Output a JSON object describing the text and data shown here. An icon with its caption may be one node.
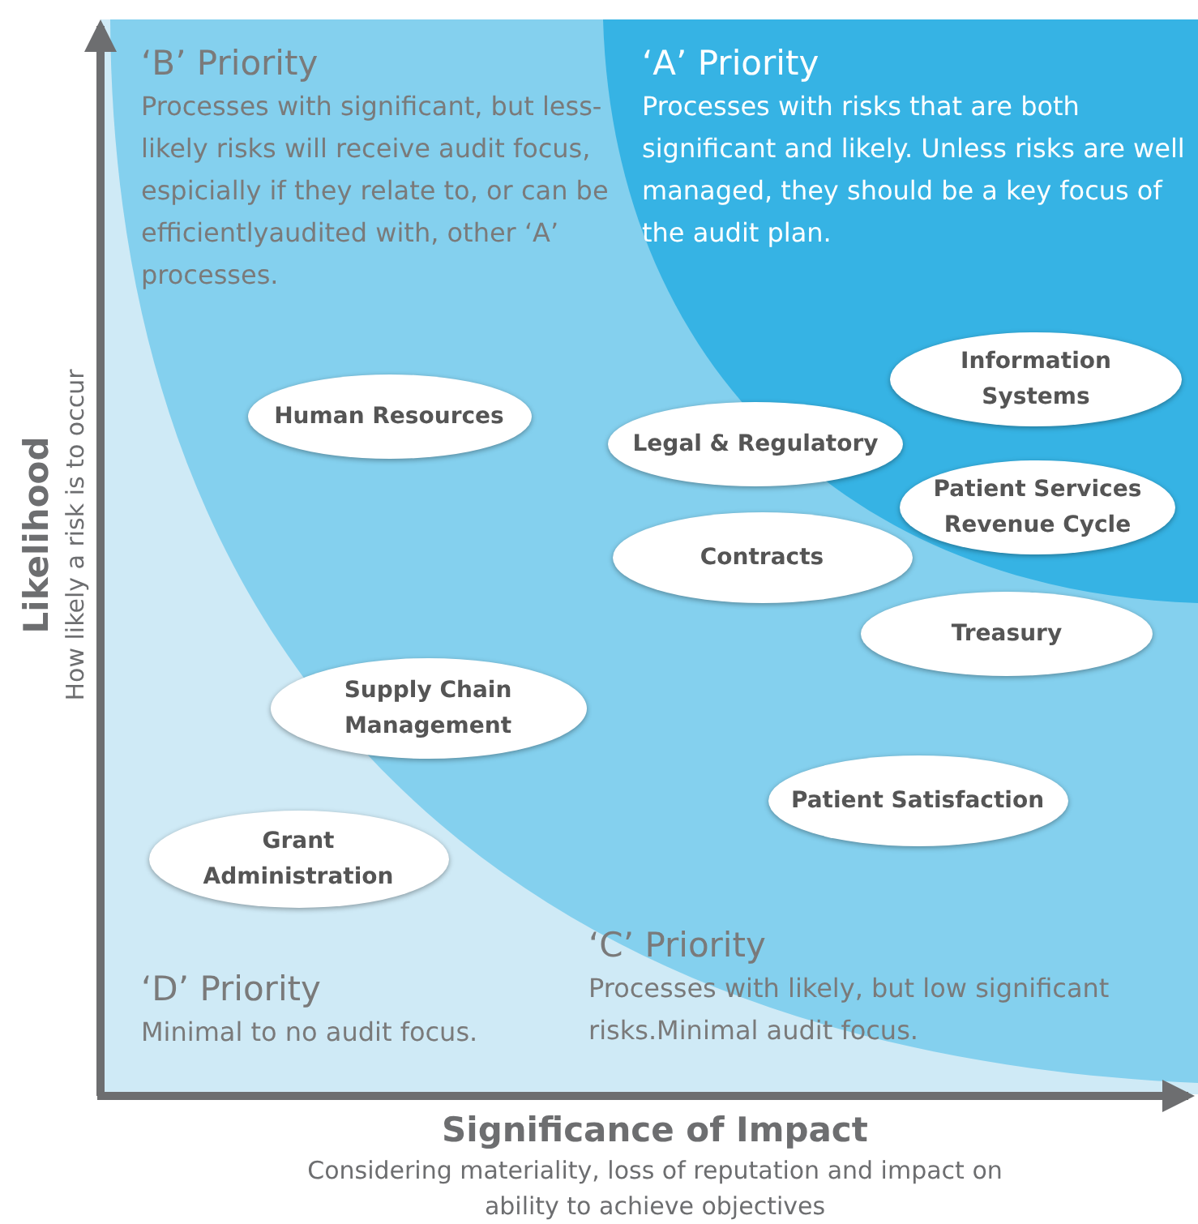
{
  "diagram": {
    "nodes": [
      {
        "text": [
          "‘B’ Priority",
          "Processes with significant, but less-likely risks will receive audit focus, espicially if they relate to, or can be efficientlyaudited with, other ‘A’ processes."
        ]
      },
      {
        "text": [
          "‘A’ Priority",
          "Processes with risks that are both significant and likely. Unless risks are well managed, they should be a key focus of the audit plan."
        ]
      },
      {
        "text": [
          "‘D’ Priority",
          "Minimal to no audit focus."
        ]
      },
      {
        "text": [
          "‘C’ Priority",
          "Processes with likely, but low significant risks.Minimal audit focus."
        ]
      },
      {
        "text": [
          "Human Resources"
        ]
      },
      {
        "text": [
          "Legal & Regulatory"
        ]
      },
      {
        "text": [
          "Information Systems"
        ]
      },
      {
        "text": [
          "Patient Services Revenue Cycle"
        ]
      },
      {
        "text": [
          "Contracts"
        ]
      },
      {
        "text": [
          "Treasury"
        ]
      },
      {
        "text": [
          "Supply Chain Management"
        ]
      },
      {
        "text": [
          "Patient Satisfaction"
        ]
      },
      {
        "text": [
          "Grant Administration"
        ]
      }
    ],
    "edges": [],
    "labels": [
      "Likelihood",
      "How likely a risk is to occur",
      "Significance of Impact",
      "Considering materiality, loss of reputation and impact on ability to achieve objectives"
    ]
  }
}
